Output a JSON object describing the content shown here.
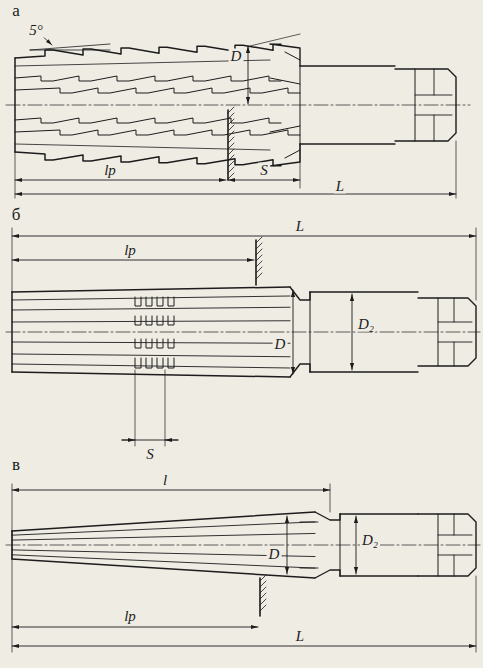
{
  "diagram": {
    "labels": [
      "а",
      "5°",
      "D",
      "lр",
      "L",
      "S",
      "б",
      "L",
      "lр",
      "D",
      "D₂",
      "S",
      "в",
      "l",
      "D",
      "D₂",
      "lр",
      "L"
    ]
  }
}
